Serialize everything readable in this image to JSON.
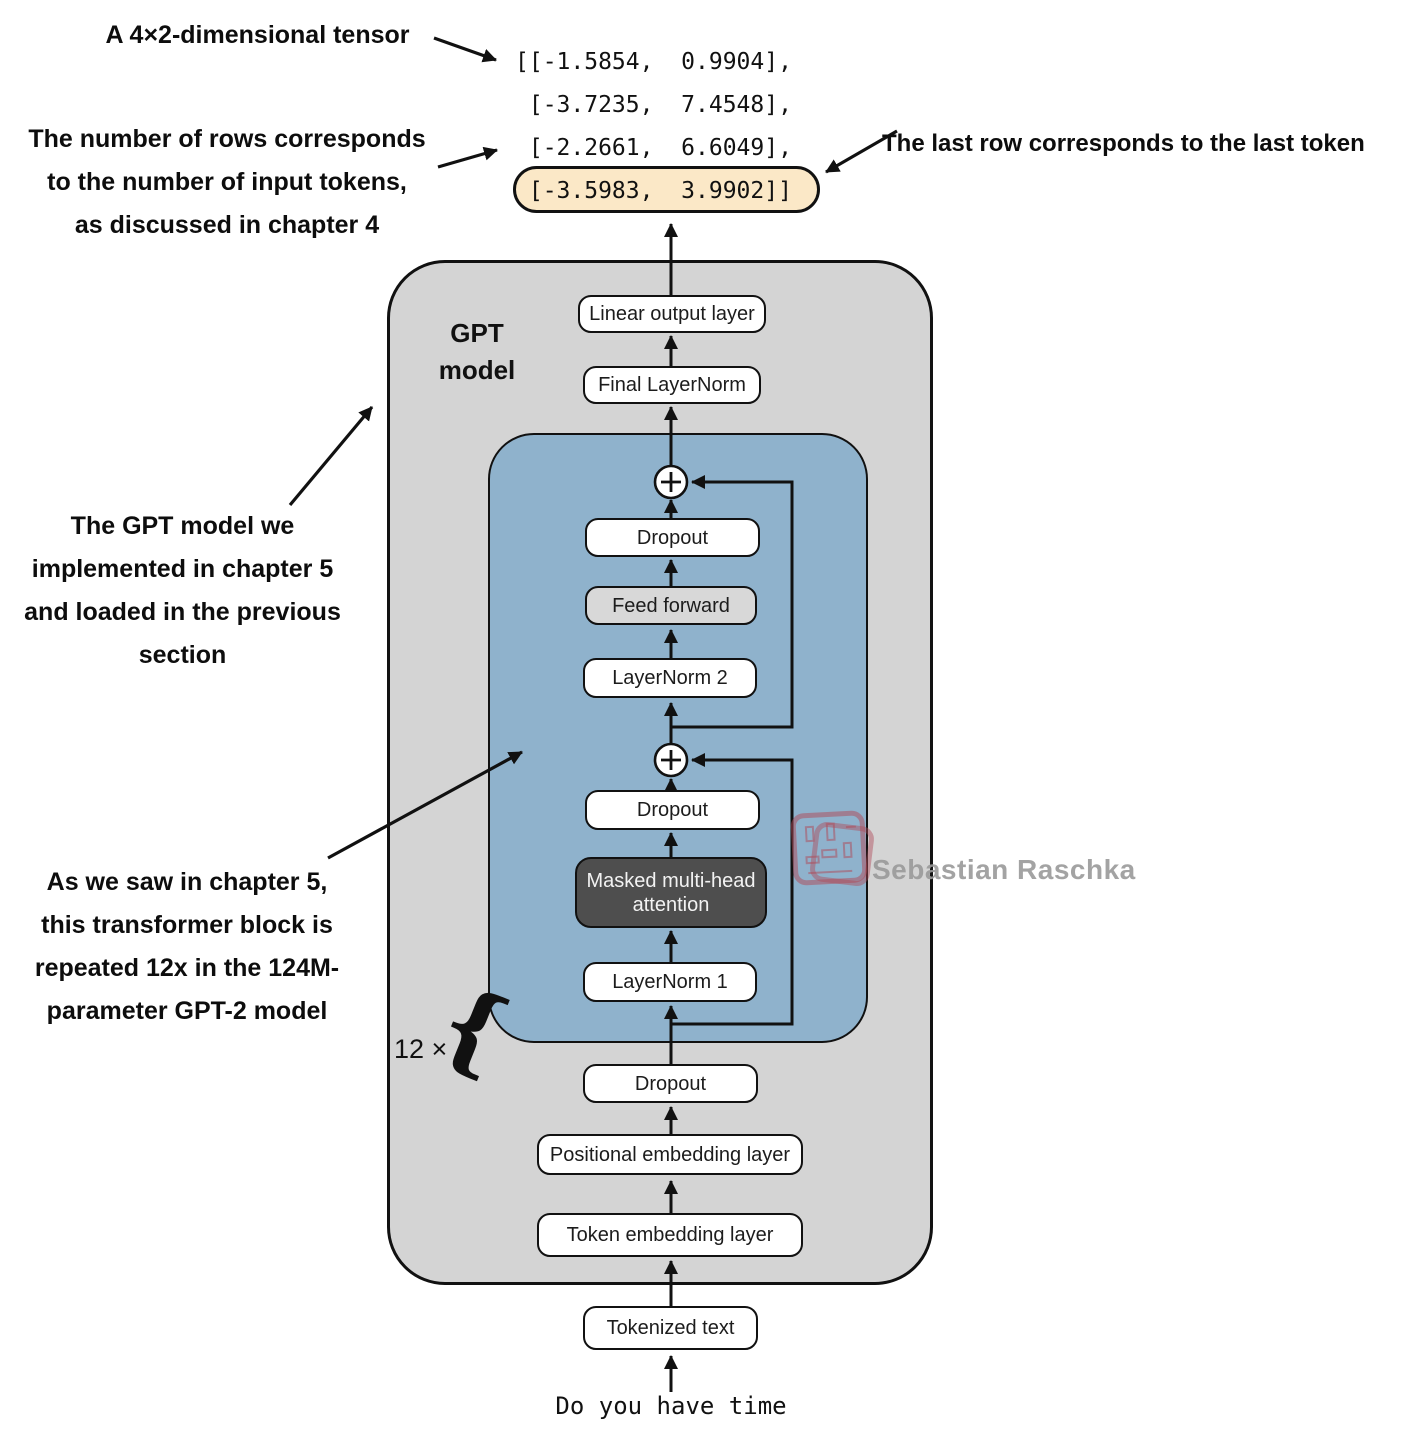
{
  "tensor": {
    "rows": [
      "[[-1.5854,  0.9904],",
      " [-3.7235,  7.4548],",
      " [-2.2661,  6.6049],"
    ],
    "highlighted_row": " [-3.5983,  3.9902]]"
  },
  "annotations": {
    "tensor_dim": "A 4×2-dimensional tensor",
    "num_rows": [
      "The number of rows corresponds",
      "to the number of input tokens,",
      "as discussed in chapter 4"
    ],
    "last_row": "The last row corresponds to the last token",
    "gpt_note": [
      "The GPT model we",
      "implemented in chapter 5",
      "and loaded in the previous",
      "section"
    ],
    "transformer_note": [
      "As we saw in chapter 5,",
      "this transformer block is",
      "repeated 12x in the 124M-",
      "parameter GPT-2 model"
    ],
    "repeat_label": "12 ×"
  },
  "model": {
    "name": [
      "GPT",
      "model"
    ],
    "layers": {
      "linear_output": "Linear output layer",
      "final_layernorm": "Final LayerNorm",
      "dropout_top": "Dropout",
      "feed_forward": "Feed forward",
      "layernorm2": "LayerNorm 2",
      "dropout_mid": "Dropout",
      "masked_attention": [
        "Masked multi-head",
        "attention"
      ],
      "layernorm1": "LayerNorm 1",
      "dropout_bottom": "Dropout",
      "positional_embedding": "Positional embedding layer",
      "token_embedding": "Token embedding layer",
      "tokenized_text": "Tokenized text"
    },
    "input_text": "Do you have time"
  },
  "icons": {
    "brace": "{"
  },
  "watermark": {
    "name": "Sebastian Raschka"
  },
  "colors": {
    "outer_box_bg": "#d4d4d4",
    "transformer_bg": "#8fb2cc",
    "feed_forward_bg": "#d8d8d8",
    "attention_bg": "#4e4e4e",
    "highlight_bg": "#fbe8c7",
    "watermark_red": "#b04a58",
    "watermark_gray": "#9a9a9a"
  }
}
